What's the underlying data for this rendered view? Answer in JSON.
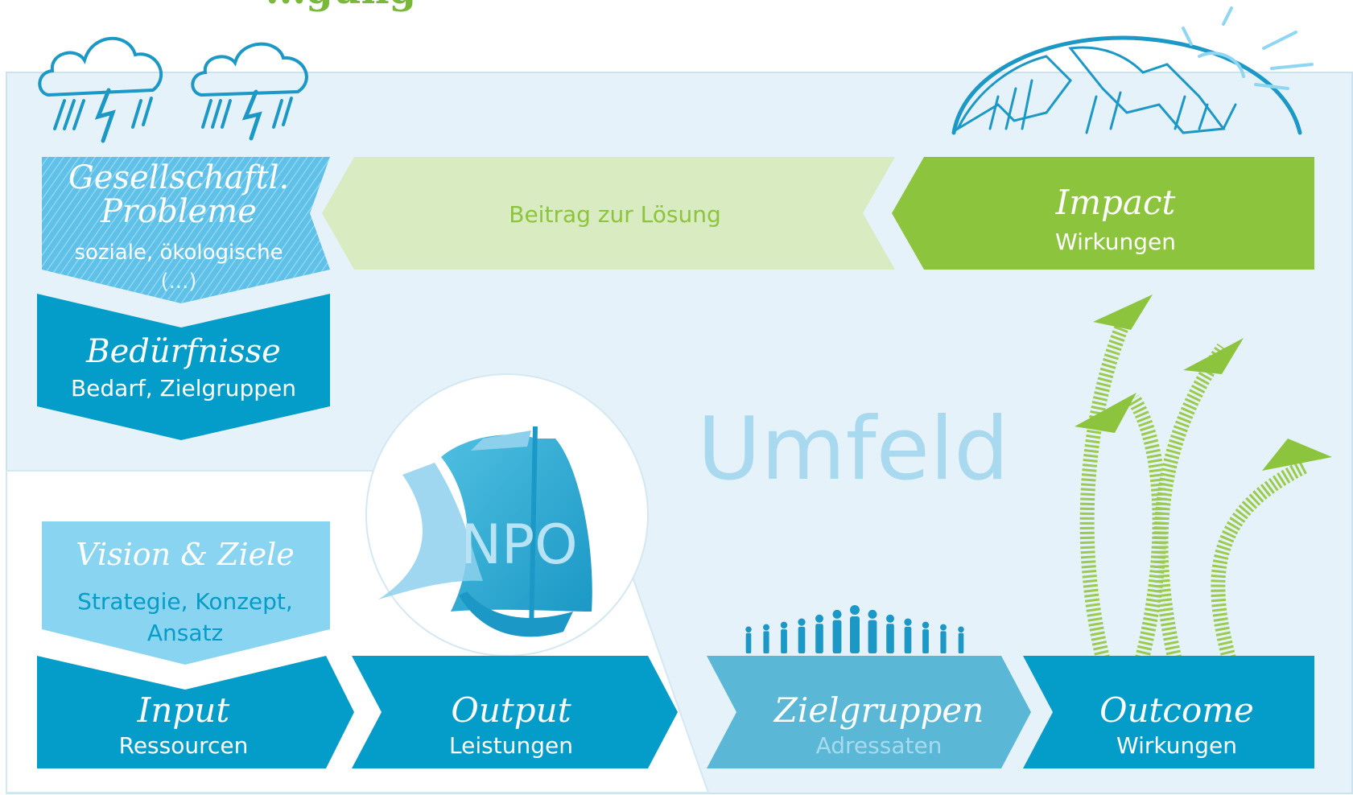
{
  "colors": {
    "teal": "#049cc8",
    "teal_light": "#89d4f1",
    "teal_mid": "#5ab8d6",
    "lime": "#8cc43e",
    "lime_light": "#d9ebc1",
    "bg": "#e6f2f9"
  },
  "header": {
    "partial_title": "...gung"
  },
  "problems": {
    "title_1": "Gesellschaftl.",
    "title_2": "Probleme",
    "sub_1": "soziale, ökologische",
    "sub_2": "(...)"
  },
  "contribution": {
    "label": "Beitrag zur Lösung"
  },
  "impact": {
    "title": "Impact",
    "sub": "Wirkungen"
  },
  "needs": {
    "title": "Bedürfnisse",
    "sub": "Bedarf, Zielgruppen"
  },
  "environment": {
    "label": "Umfeld"
  },
  "npo": {
    "label": "NPO"
  },
  "vision": {
    "title": "Vision & Ziele",
    "sub_1": "Strategie, Konzept,",
    "sub_2": "Ansatz"
  },
  "input": {
    "title": "Input",
    "sub": "Ressourcen"
  },
  "output": {
    "title": "Output",
    "sub": "Leistungen"
  },
  "target_groups": {
    "title": "Zielgruppen",
    "sub": "Adressaten"
  },
  "outcome": {
    "title": "Outcome",
    "sub": "Wirkungen"
  },
  "icons": [
    "storm-cloud-icon",
    "globe-sun-icon",
    "ship-icon",
    "people-crowd-icon",
    "growth-arrows-icon"
  ]
}
